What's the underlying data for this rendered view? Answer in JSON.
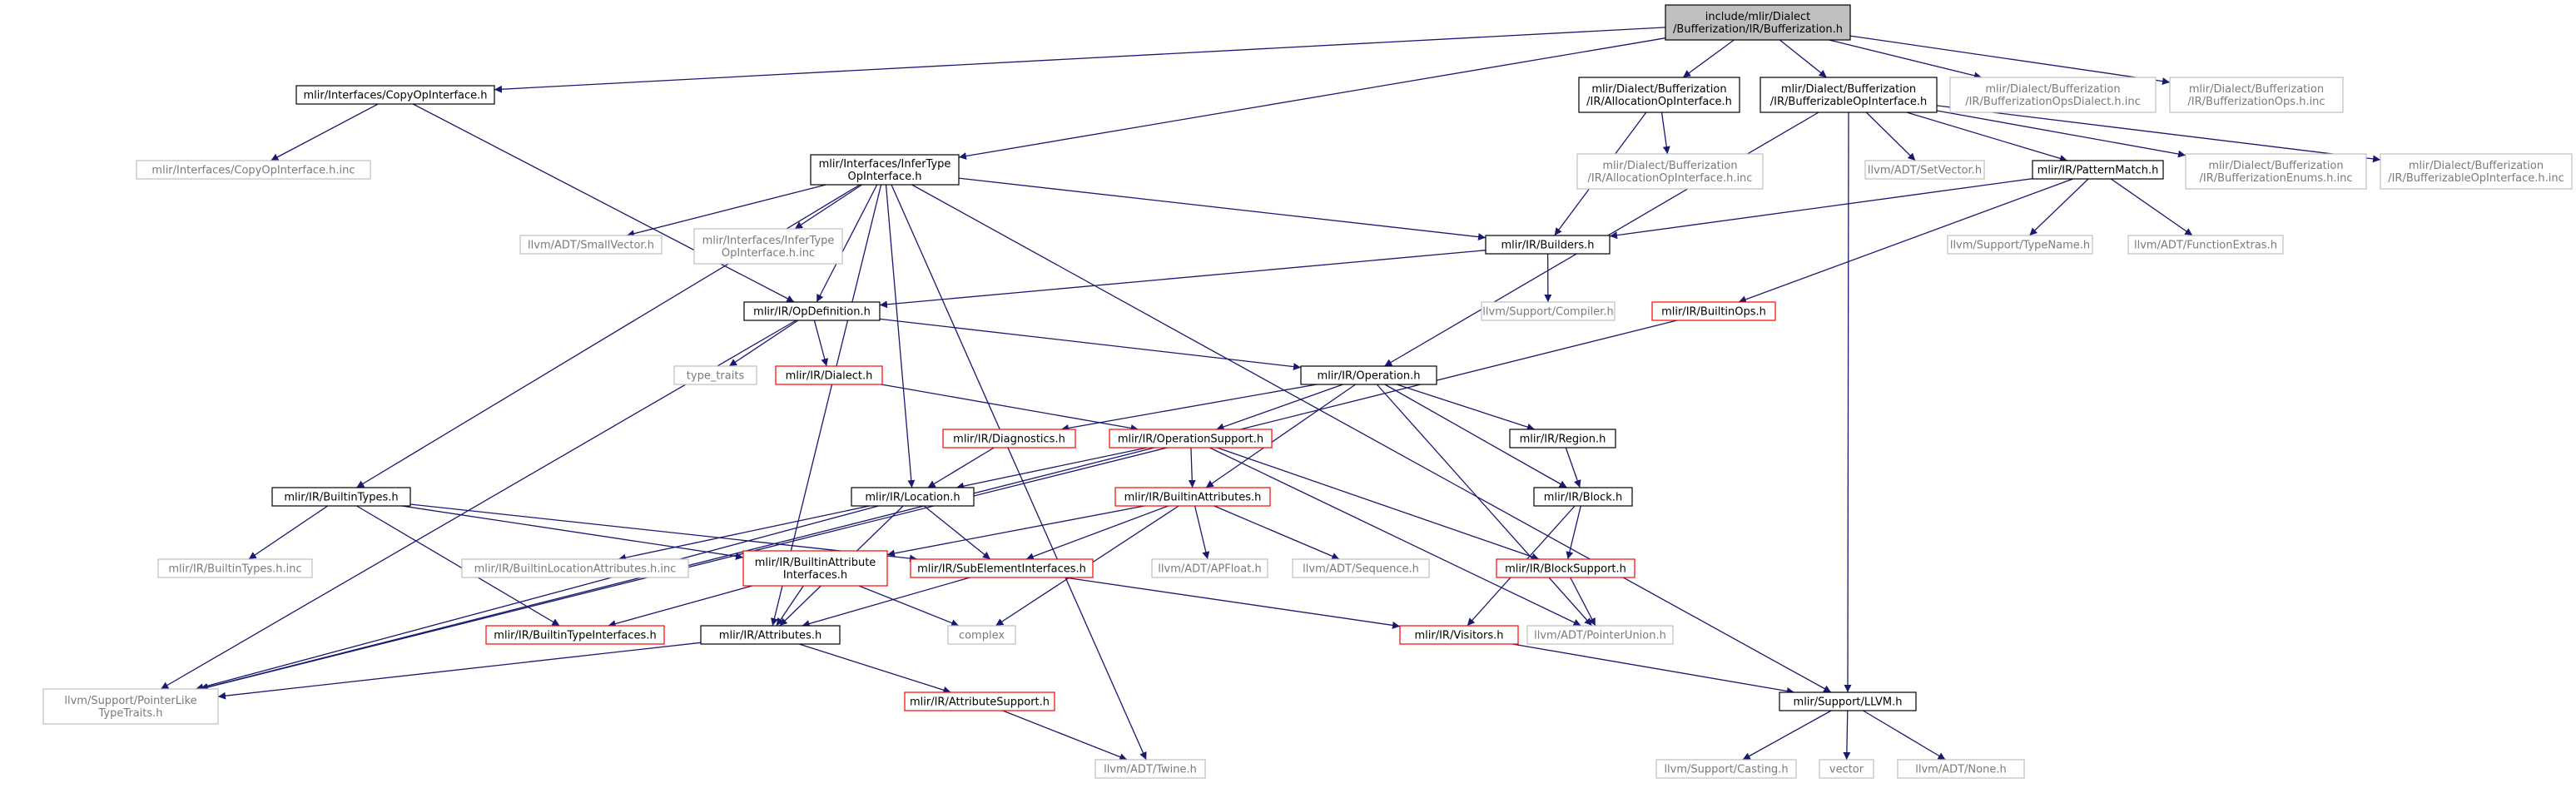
{
  "nodes": {
    "bufferization": {
      "lines": [
        "include/mlir/Dialect",
        "/Bufferization/IR/Bufferization.h"
      ],
      "style": "root"
    },
    "copyop": {
      "lines": [
        "mlir/Interfaces/CopyOpInterface.h"
      ],
      "style": "black"
    },
    "copyop_inc": {
      "lines": [
        "mlir/Interfaces/CopyOpInterface.h.inc"
      ],
      "style": "gray"
    },
    "infertype": {
      "lines": [
        "mlir/Interfaces/InferType",
        "OpInterface.h"
      ],
      "style": "black"
    },
    "allocation": {
      "lines": [
        "mlir/Dialect/Bufferization",
        "/IR/AllocationOpInterface.h"
      ],
      "style": "black"
    },
    "bufferizable": {
      "lines": [
        "mlir/Dialect/Bufferization",
        "/IR/BufferizableOpInterface.h"
      ],
      "style": "black"
    },
    "ops_dialect_inc": {
      "lines": [
        "mlir/Dialect/Bufferization",
        "/IR/BufferizationOpsDialect.h.inc"
      ],
      "style": "gray"
    },
    "ops_inc": {
      "lines": [
        "mlir/Dialect/Bufferization",
        "/IR/BufferizationOps.h.inc"
      ],
      "style": "gray"
    },
    "alloc_inc": {
      "lines": [
        "mlir/Dialect/Bufferization",
        "/IR/AllocationOpInterface.h.inc"
      ],
      "style": "gray"
    },
    "setvector": {
      "lines": [
        "llvm/ADT/SetVector.h"
      ],
      "style": "gray"
    },
    "patternmatch": {
      "lines": [
        "mlir/IR/PatternMatch.h"
      ],
      "style": "black"
    },
    "enums_inc": {
      "lines": [
        "mlir/Dialect/Bufferization",
        "/IR/BufferizationEnums.h.inc"
      ],
      "style": "gray"
    },
    "bufferizable_inc": {
      "lines": [
        "mlir/Dialect/Bufferization",
        "/IR/BufferizableOpInterface.h.inc"
      ],
      "style": "gray"
    },
    "smallvector": {
      "lines": [
        "llvm/ADT/SmallVector.h"
      ],
      "style": "gray"
    },
    "infertype_inc": {
      "lines": [
        "mlir/Interfaces/InferType",
        "OpInterface.h.inc"
      ],
      "style": "gray"
    },
    "builders": {
      "lines": [
        "mlir/IR/Builders.h"
      ],
      "style": "black"
    },
    "typename": {
      "lines": [
        "llvm/Support/TypeName.h"
      ],
      "style": "gray"
    },
    "functionextras": {
      "lines": [
        "llvm/ADT/FunctionExtras.h"
      ],
      "style": "gray"
    },
    "opdefinition": {
      "lines": [
        "mlir/IR/OpDefinition.h"
      ],
      "style": "black"
    },
    "compiler": {
      "lines": [
        "llvm/Support/Compiler.h"
      ],
      "style": "gray"
    },
    "builtinops": {
      "lines": [
        "mlir/IR/BuiltinOps.h"
      ],
      "style": "red"
    },
    "type_traits": {
      "lines": [
        "type_traits"
      ],
      "style": "gray"
    },
    "dialect": {
      "lines": [
        "mlir/IR/Dialect.h"
      ],
      "style": "red"
    },
    "operation": {
      "lines": [
        "mlir/IR/Operation.h"
      ],
      "style": "black"
    },
    "diagnostics": {
      "lines": [
        "mlir/IR/Diagnostics.h"
      ],
      "style": "red"
    },
    "operationsupport": {
      "lines": [
        "mlir/IR/OperationSupport.h"
      ],
      "style": "red"
    },
    "region": {
      "lines": [
        "mlir/IR/Region.h"
      ],
      "style": "black"
    },
    "builtintypes": {
      "lines": [
        "mlir/IR/BuiltinTypes.h"
      ],
      "style": "black"
    },
    "location": {
      "lines": [
        "mlir/IR/Location.h"
      ],
      "style": "black"
    },
    "builtinattributes": {
      "lines": [
        "mlir/IR/BuiltinAttributes.h"
      ],
      "style": "red"
    },
    "block": {
      "lines": [
        "mlir/IR/Block.h"
      ],
      "style": "black"
    },
    "builtintypes_inc": {
      "lines": [
        "mlir/IR/BuiltinTypes.h.inc"
      ],
      "style": "gray"
    },
    "builtinlocattrs_inc": {
      "lines": [
        "mlir/IR/BuiltinLocationAttributes.h.inc"
      ],
      "style": "gray"
    },
    "builtinattrinterfaces": {
      "lines": [
        "mlir/IR/BuiltinAttribute",
        "Interfaces.h"
      ],
      "style": "red"
    },
    "subelement": {
      "lines": [
        "mlir/IR/SubElementInterfaces.h"
      ],
      "style": "red"
    },
    "apfloat": {
      "lines": [
        "llvm/ADT/APFloat.h"
      ],
      "style": "gray"
    },
    "sequence": {
      "lines": [
        "llvm/ADT/Sequence.h"
      ],
      "style": "gray"
    },
    "blocksupport": {
      "lines": [
        "mlir/IR/BlockSupport.h"
      ],
      "style": "red"
    },
    "builtintypeinterfaces": {
      "lines": [
        "mlir/IR/BuiltinTypeInterfaces.h"
      ],
      "style": "red"
    },
    "attributes": {
      "lines": [
        "mlir/IR/Attributes.h"
      ],
      "style": "black"
    },
    "complex": {
      "lines": [
        "complex"
      ],
      "style": "gray"
    },
    "visitors": {
      "lines": [
        "mlir/IR/Visitors.h"
      ],
      "style": "red"
    },
    "pointerunion": {
      "lines": [
        "llvm/ADT/PointerUnion.h"
      ],
      "style": "gray"
    },
    "pointerlike": {
      "lines": [
        "llvm/Support/PointerLike",
        "TypeTraits.h"
      ],
      "style": "gray"
    },
    "attributesupport": {
      "lines": [
        "mlir/IR/AttributeSupport.h"
      ],
      "style": "red"
    },
    "llvm": {
      "lines": [
        "mlir/Support/LLVM.h"
      ],
      "style": "black"
    },
    "twine": {
      "lines": [
        "llvm/ADT/Twine.h"
      ],
      "style": "gray"
    },
    "casting": {
      "lines": [
        "llvm/Support/Casting.h"
      ],
      "style": "gray"
    },
    "vector": {
      "lines": [
        "vector"
      ],
      "style": "gray"
    },
    "none": {
      "lines": [
        "llvm/ADT/None.h"
      ],
      "style": "gray"
    }
  },
  "edges": [
    [
      "bufferization",
      "copyop"
    ],
    [
      "bufferization",
      "infertype"
    ],
    [
      "bufferization",
      "allocation"
    ],
    [
      "bufferization",
      "bufferizable"
    ],
    [
      "bufferization",
      "ops_dialect_inc"
    ],
    [
      "bufferization",
      "ops_inc"
    ],
    [
      "copyop",
      "copyop_inc"
    ],
    [
      "copyop",
      "opdefinition"
    ],
    [
      "infertype",
      "builtintypes"
    ],
    [
      "infertype",
      "attributes"
    ],
    [
      "infertype",
      "smallvector"
    ],
    [
      "infertype",
      "infertype_inc"
    ],
    [
      "infertype",
      "opdefinition"
    ],
    [
      "infertype",
      "location"
    ],
    [
      "infertype",
      "builders"
    ],
    [
      "infertype",
      "twine"
    ],
    [
      "infertype",
      "llvm"
    ],
    [
      "allocation",
      "alloc_inc"
    ],
    [
      "allocation",
      "builders"
    ],
    [
      "bufferizable",
      "setvector"
    ],
    [
      "bufferizable",
      "patternmatch"
    ],
    [
      "bufferizable",
      "enums_inc"
    ],
    [
      "bufferizable",
      "bufferizable_inc"
    ],
    [
      "bufferizable",
      "operation"
    ],
    [
      "bufferizable",
      "llvm"
    ],
    [
      "patternmatch",
      "builders"
    ],
    [
      "patternmatch",
      "builtinops"
    ],
    [
      "patternmatch",
      "typename"
    ],
    [
      "patternmatch",
      "functionextras"
    ],
    [
      "builders",
      "opdefinition"
    ],
    [
      "builders",
      "compiler"
    ],
    [
      "builtinops",
      "pointerlike"
    ],
    [
      "opdefinition",
      "type_traits"
    ],
    [
      "opdefinition",
      "dialect"
    ],
    [
      "opdefinition",
      "operation"
    ],
    [
      "opdefinition",
      "pointerlike"
    ],
    [
      "dialect",
      "operationsupport"
    ],
    [
      "operation",
      "diagnostics"
    ],
    [
      "operation",
      "operationsupport"
    ],
    [
      "operation",
      "region"
    ],
    [
      "operation",
      "block"
    ],
    [
      "operation",
      "builtinattributes"
    ],
    [
      "operation",
      "pointerunion"
    ],
    [
      "diagnostics",
      "location"
    ],
    [
      "operationsupport",
      "location"
    ],
    [
      "operationsupport",
      "builtinattributes"
    ],
    [
      "operationsupport",
      "blocksupport"
    ],
    [
      "operationsupport",
      "pointerunion"
    ],
    [
      "operationsupport",
      "pointerlike"
    ],
    [
      "region",
      "block"
    ],
    [
      "block",
      "blocksupport"
    ],
    [
      "block",
      "visitors"
    ],
    [
      "builtintypes",
      "builtintypes_inc"
    ],
    [
      "builtintypes",
      "builtinattrinterfaces"
    ],
    [
      "builtintypes",
      "builtintypeinterfaces"
    ],
    [
      "builtintypes",
      "subelement"
    ],
    [
      "location",
      "builtinlocattrs_inc"
    ],
    [
      "location",
      "subelement"
    ],
    [
      "location",
      "attributes"
    ],
    [
      "location",
      "pointerlike"
    ],
    [
      "builtinattributes",
      "builtinattrinterfaces"
    ],
    [
      "builtinattributes",
      "subelement"
    ],
    [
      "builtinattributes",
      "apfloat"
    ],
    [
      "builtinattributes",
      "sequence"
    ],
    [
      "builtinattributes",
      "complex"
    ],
    [
      "builtinattrinterfaces",
      "builtintypeinterfaces"
    ],
    [
      "builtinattrinterfaces",
      "attributes"
    ],
    [
      "builtinattrinterfaces",
      "complex"
    ],
    [
      "subelement",
      "attributes"
    ],
    [
      "subelement",
      "visitors"
    ],
    [
      "blocksupport",
      "pointerunion"
    ],
    [
      "attributes",
      "pointerlike"
    ],
    [
      "attributes",
      "attributesupport"
    ],
    [
      "visitors",
      "llvm"
    ],
    [
      "attributesupport",
      "twine"
    ],
    [
      "llvm",
      "casting"
    ],
    [
      "llvm",
      "vector"
    ],
    [
      "llvm",
      "none"
    ]
  ],
  "colors": {
    "edge": "#191970",
    "border_black": "#000000",
    "border_red": "#ff0000",
    "border_gray": "#bfbfbf",
    "text_normal": "#000000",
    "text_gray": "#7a7a7a",
    "root_fill": "#bfbfbf"
  }
}
